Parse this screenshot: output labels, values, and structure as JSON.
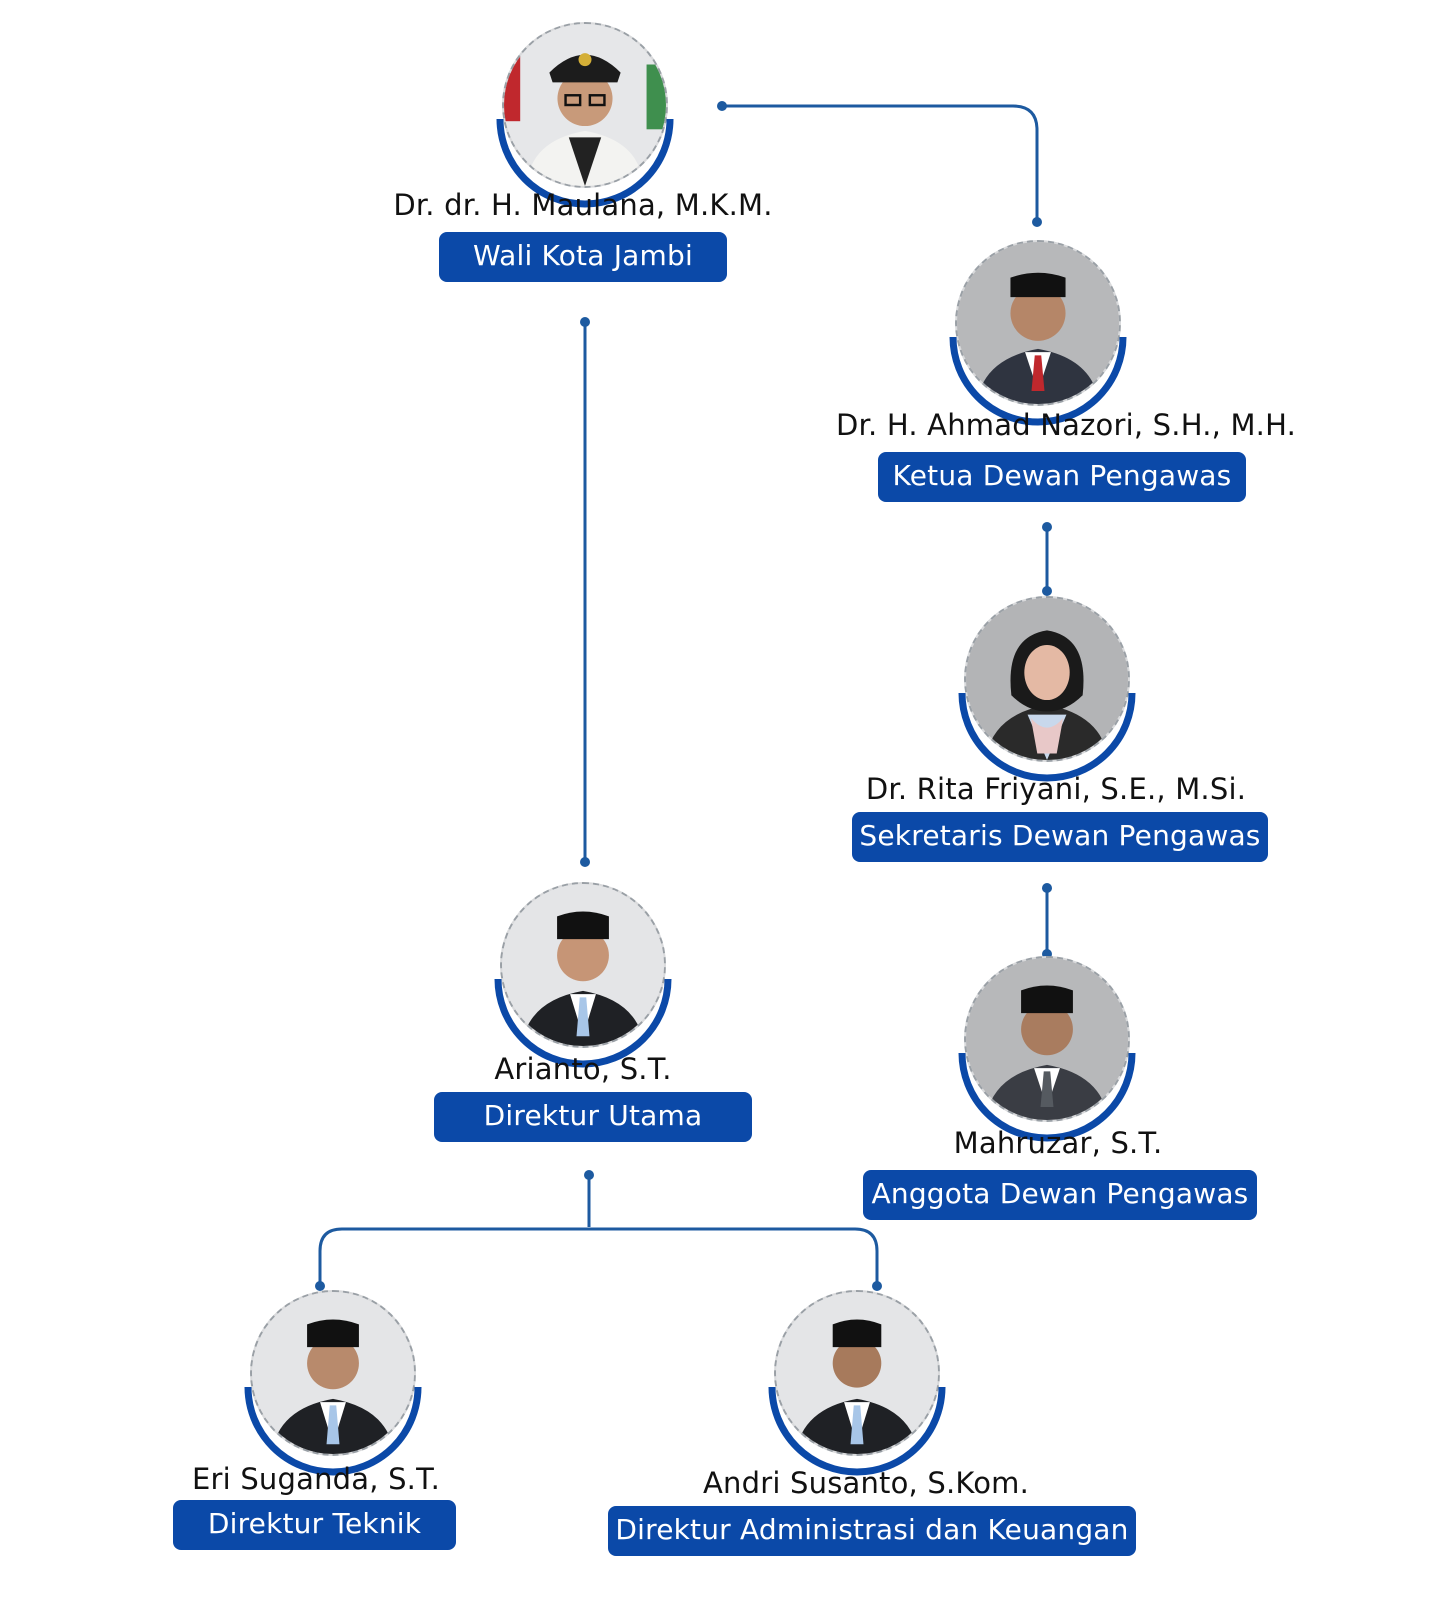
{
  "people": [
    {
      "name": "Dr. dr. H. Maulana, M.K.M.",
      "title": "Wali Kota Jambi"
    },
    {
      "name": "Dr. H. Ahmad Nazori, S.H., M.H.",
      "title": "Ketua Dewan Pengawas"
    },
    {
      "name": "Dr. Rita Friyani, S.E., M.Si.",
      "title": "Sekretaris Dewan Pengawas"
    },
    {
      "name": "Mahruzar, S.T.",
      "title": "Anggota Dewan Pengawas"
    },
    {
      "name": "Arianto, S.T.",
      "title": "Direktur Utama"
    },
    {
      "name": "Eri Suganda, S.T.",
      "title": "Direktur Teknik"
    },
    {
      "name": "Andri Susanto, S.Kom.",
      "title": "Direktur Administrasi dan Keuangan"
    }
  ],
  "colors": {
    "accent": "#0b49a8",
    "connector": "#1d5aa0",
    "text": "#111111"
  },
  "icons": {
    "portrait": "person-portrait-icon"
  }
}
